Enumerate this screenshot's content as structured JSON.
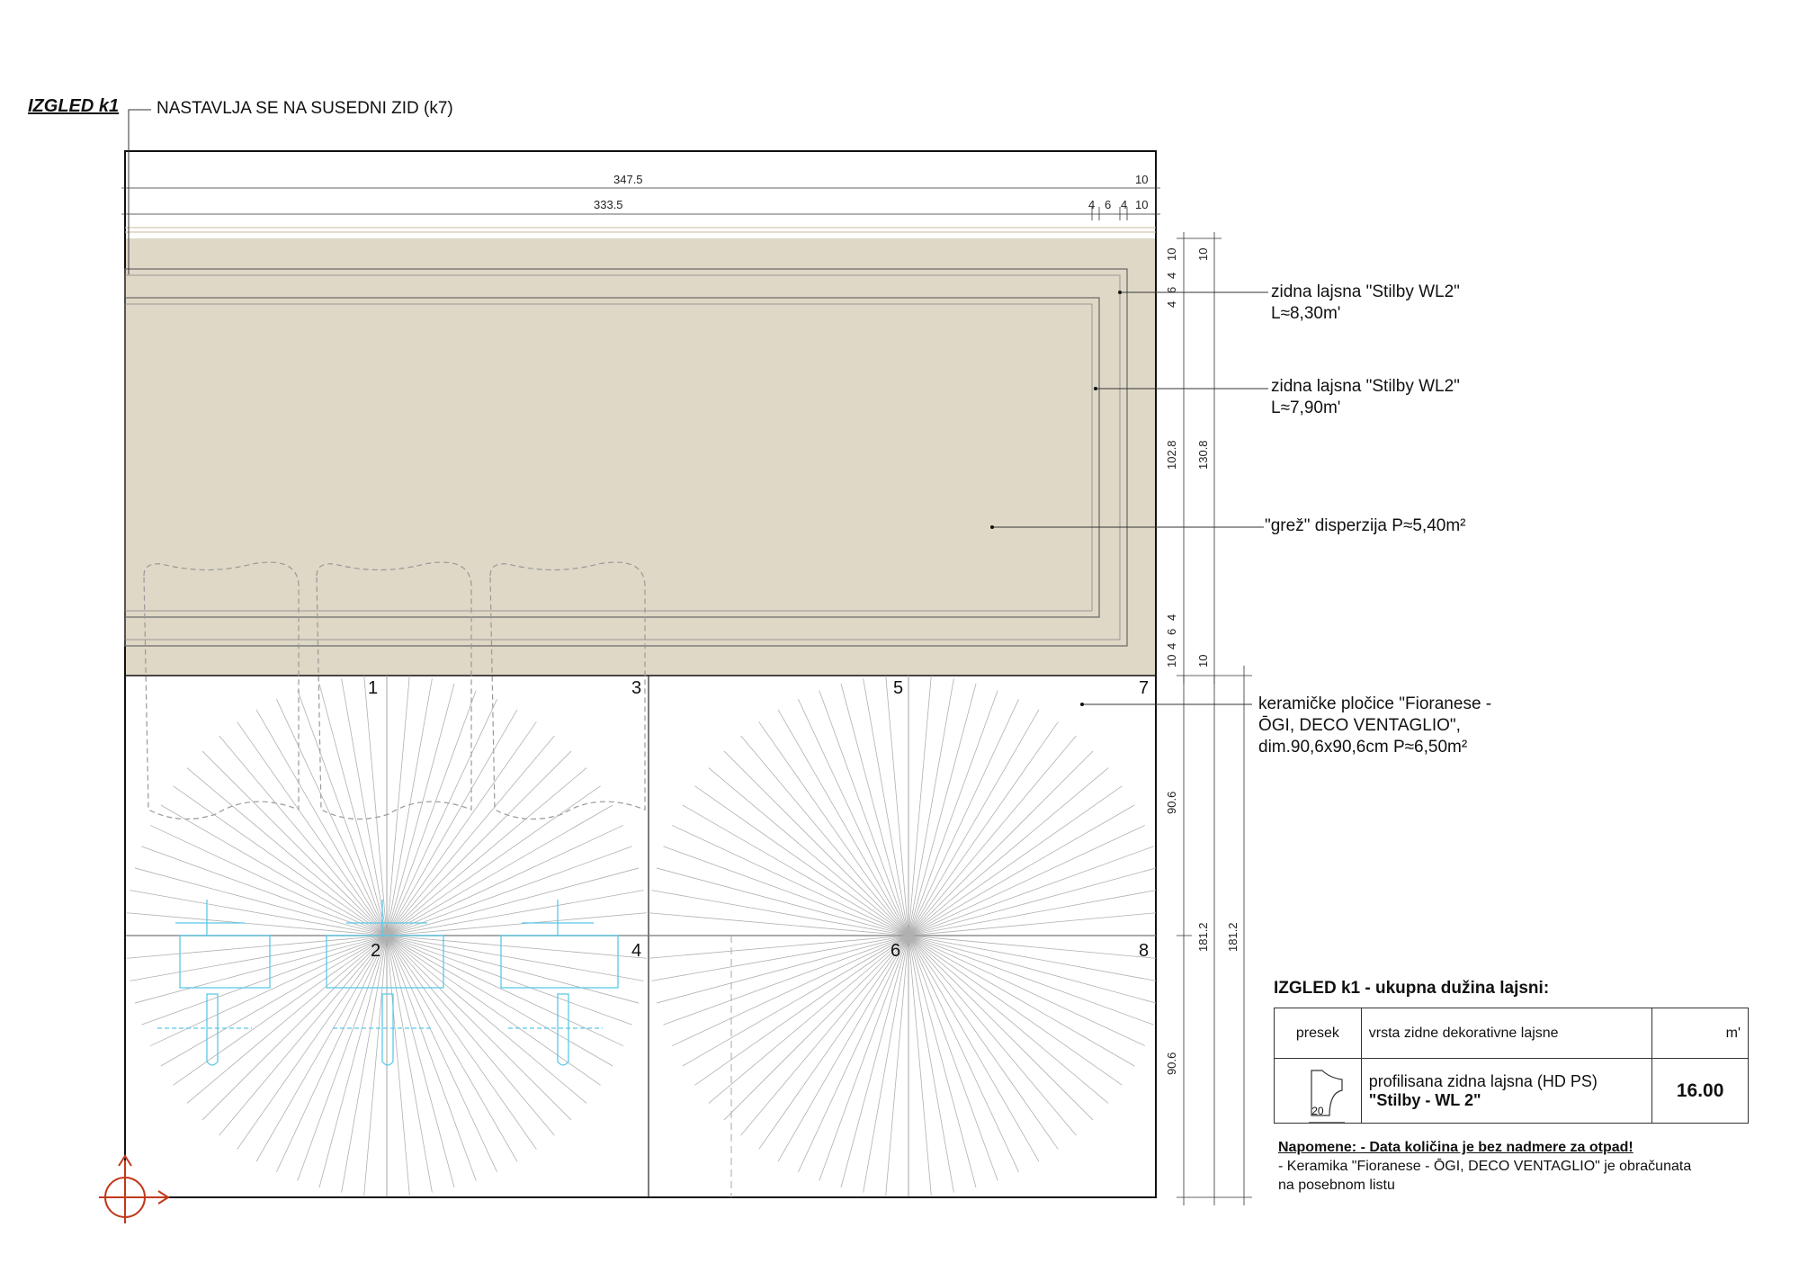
{
  "header": {
    "title": "IZGLED k1",
    "continuation_note": "NASTAVLJA SE NA SUSEDNI ZID (k7)"
  },
  "dimensions": {
    "top_total": "347.5",
    "top_inner": "333.5",
    "top_right_a": "10",
    "top_right_b": [
      "4",
      "6",
      "4",
      "10"
    ],
    "vertical_inner": "102.8",
    "vertical_outer": "130.8",
    "vertical_small_top": [
      "10",
      "4",
      "6",
      "4"
    ],
    "vertical_small_top_outer": "10",
    "vertical_small_bottom": [
      "4",
      "6",
      "4",
      "10"
    ],
    "vertical_small_bottom_outer": "10",
    "tile_row_1": "90.6",
    "tile_row_2": "90.6",
    "tiles_total_a": "181.2",
    "tiles_total_b": "181.2"
  },
  "annotations": {
    "molding_outer_name": "zidna lajsna \"Stilby WL2\"",
    "molding_outer_length": "L≈8,30m'",
    "molding_inner_name": "zidna lajsna \"Stilby WL2\"",
    "molding_inner_length": "L≈7,90m'",
    "paint": "\"grež\" disperzija P≈5,40m²",
    "tiles_line1": "keramičke pločice \"Fioranese -",
    "tiles_line2": "ŌGI, DECO VENTAGLIO\",",
    "tiles_line3": "dim.90,6x90,6cm  P≈6,50m²"
  },
  "tiles": {
    "numbers": [
      "1",
      "2",
      "3",
      "4",
      "5",
      "6",
      "7",
      "8"
    ]
  },
  "summary": {
    "title": "IZGLED k1 - ukupna dužina lajsni:",
    "col_section": "presek",
    "col_type": "vrsta zidne dekorativne lajsne",
    "col_unit": "m'",
    "row_type_line1": "profilisana zidna lajsna (HD PS)",
    "row_type_line2": "\"Stilby - WL 2\"",
    "row_value": "16.00",
    "profile_dim": "20"
  },
  "notes": {
    "heading": "Napomene:  - Data količina je bez nadmere za otpad!",
    "line1": "- Keramika \"Fioranese - ŌGI, DECO VENTAGLIO\" je obračunata",
    "line2": "na posebnom listu"
  },
  "colors": {
    "wall_paint": "#dfd8c6",
    "line": "#222222",
    "fixture": "#5bc8e8",
    "origin_marker": "#c0391b"
  }
}
